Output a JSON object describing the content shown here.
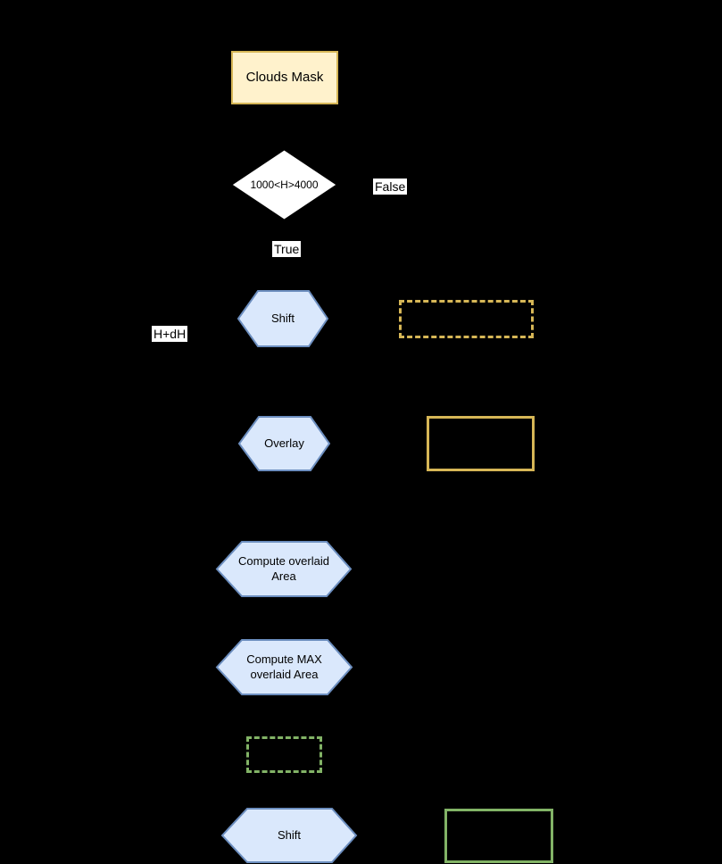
{
  "canvas": {
    "background": "#000000"
  },
  "palette": {
    "yellow_fill": "#FFF2CC",
    "yellow_stroke": "#D6B656",
    "blue_fill": "#DAE8FC",
    "blue_stroke": "#6C8EBF",
    "green_stroke": "#82B366",
    "decision_fill": "#FFFFFF",
    "edge_label_bg": "#FFFFFF",
    "text": "#000000"
  },
  "nodes": {
    "clouds_mask": {
      "label": "Clouds Mask"
    },
    "decision": {
      "label": "1000<H>4000"
    },
    "shift1": {
      "label": "Shift"
    },
    "overlay": {
      "label": "Overlay"
    },
    "compute_overlaid": {
      "label": "Compute overlaid Area"
    },
    "compute_max_overlaid": {
      "label": "Compute MAX overlaid Area"
    },
    "shift2": {
      "label": "Shift"
    },
    "dashed_yellow_rect": {
      "label": ""
    },
    "solid_yellow_rect": {
      "label": ""
    },
    "dashed_green_rect": {
      "label": ""
    },
    "solid_green_rect": {
      "label": ""
    }
  },
  "edge_labels": {
    "false_branch": "False",
    "true_branch": "True",
    "h_plus_dh": "H+dH"
  }
}
